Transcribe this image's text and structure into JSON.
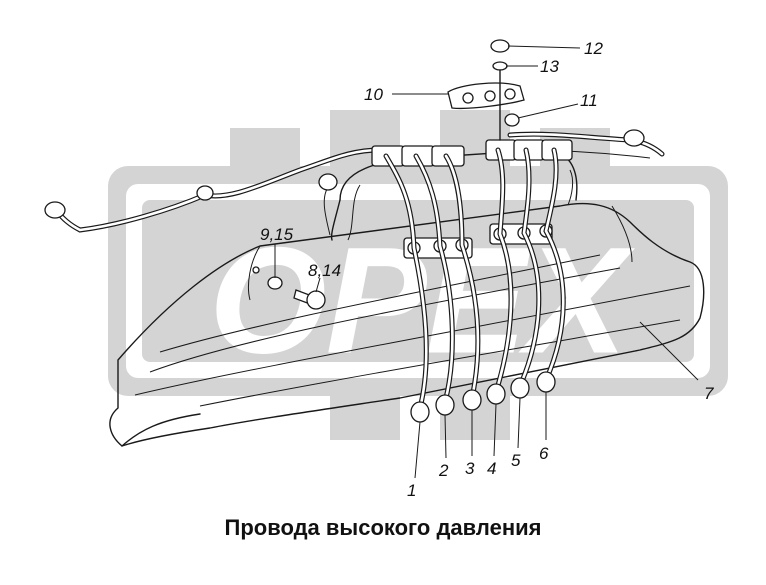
{
  "caption": "Провода высокого давления",
  "callouts": {
    "c1": "1",
    "c2": "2",
    "c3": "3",
    "c4": "4",
    "c5": "5",
    "c6": "6",
    "c7": "7",
    "c8_14": "8,14",
    "c9_15": "9,15",
    "c10": "10",
    "c11": "11",
    "c12": "12",
    "c13": "13"
  },
  "watermark": {
    "text": "OPEX",
    "color": "#d4d4d4"
  }
}
